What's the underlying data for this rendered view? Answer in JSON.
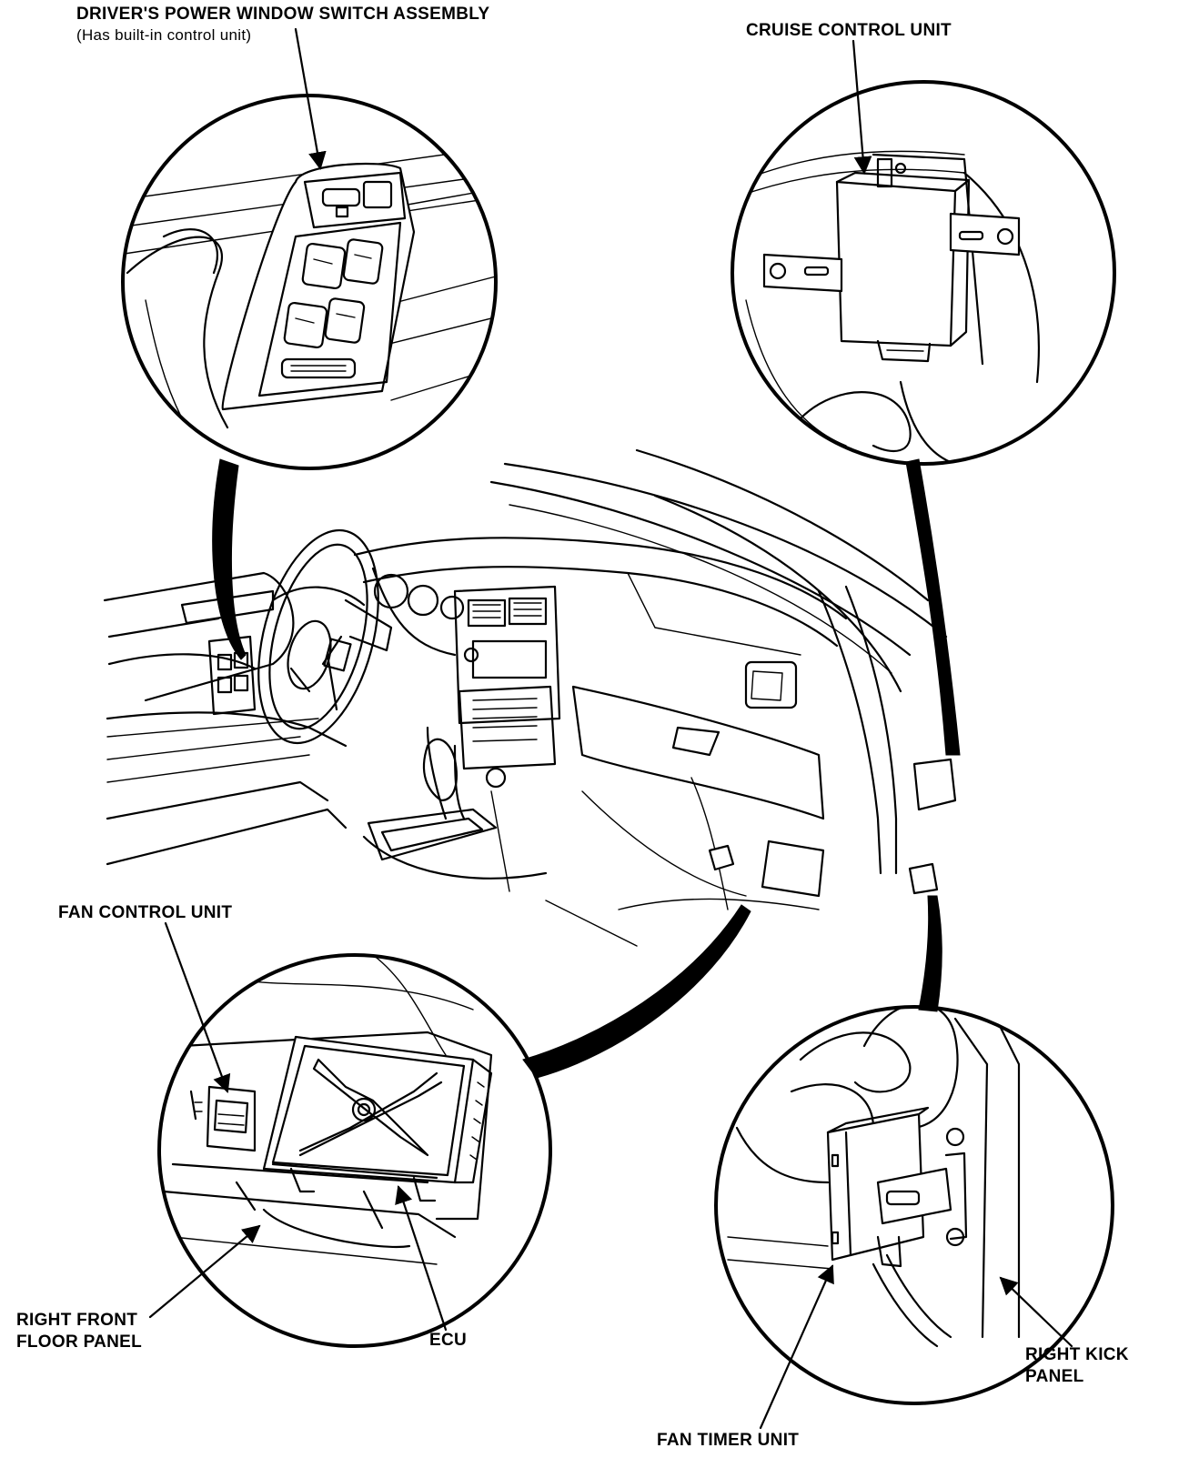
{
  "labels": {
    "driver_switch_title": "DRIVER'S POWER WINDOW SWITCH ASSEMBLY",
    "driver_switch_note": "(Has built-in control unit)",
    "cruise_control": "CRUISE CONTROL UNIT",
    "fan_control": "FAN CONTROL UNIT",
    "right_front_floor_line1": "RIGHT FRONT",
    "right_front_floor_line2": "FLOOR PANEL",
    "ecu": "ECU",
    "right_kick_line1": "RIGHT KICK",
    "right_kick_line2": "PANEL",
    "fan_timer": "FAN TIMER UNIT"
  }
}
